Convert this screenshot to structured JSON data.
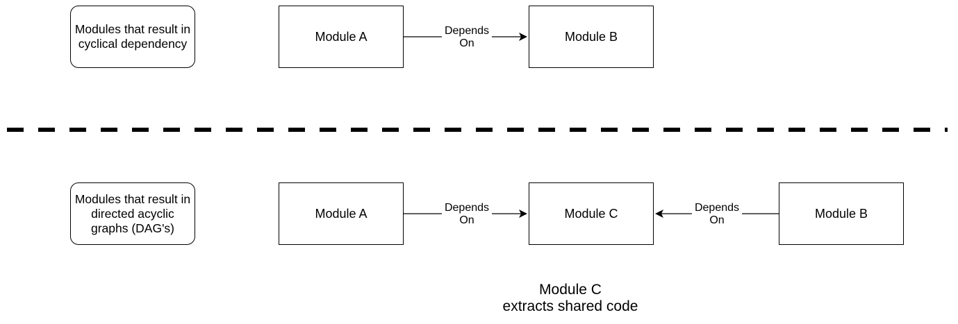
{
  "top_section": {
    "legend_label": "Modules that result in cyclical dependency",
    "module_a": "Module A",
    "module_b": "Module B",
    "edge_ab": {
      "line1": "Depends",
      "line2": "On"
    }
  },
  "bottom_section": {
    "legend_label": "Modules that result in directed acyclic graphs (DAG's)",
    "module_a": "Module A",
    "module_c": "Module C",
    "module_b": "Module B",
    "edge_ac": {
      "line1": "Depends",
      "line2": "On"
    },
    "edge_bc": {
      "line1": "Depends",
      "line2": "On"
    },
    "caption": {
      "line1": "Module C",
      "line2": "extracts shared code"
    }
  },
  "colors": {
    "stroke": "#000000",
    "background": "#ffffff"
  }
}
